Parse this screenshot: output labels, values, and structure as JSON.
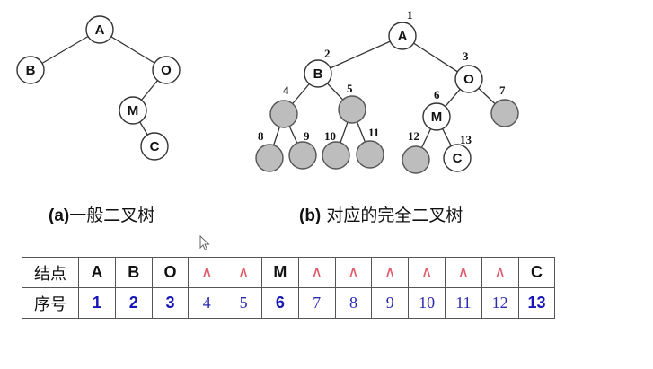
{
  "captions": {
    "a": {
      "tag": "(a)",
      "text": "一般二叉树"
    },
    "b": {
      "tag": "(b)",
      "text": "对应的完全二叉树"
    }
  },
  "tree_a": {
    "nodes": {
      "a": "A",
      "b": "B",
      "o": "O",
      "m": "M",
      "c": "C"
    }
  },
  "tree_b": {
    "nodes": {
      "a": "A",
      "b": "B",
      "o": "O",
      "m": "M",
      "c": "C"
    },
    "numbers": [
      "1",
      "2",
      "3",
      "4",
      "5",
      "6",
      "7",
      "8",
      "9",
      "10",
      "11",
      "12",
      "13"
    ]
  },
  "table": {
    "row_labels": [
      "结点",
      "序号"
    ],
    "nodes": [
      "A",
      "B",
      "O",
      "∧",
      "∧",
      "M",
      "∧",
      "∧",
      "∧",
      "∧",
      "∧",
      "∧",
      "C"
    ],
    "numbers": [
      "1",
      "2",
      "3",
      "4",
      "5",
      "6",
      "7",
      "8",
      "9",
      "10",
      "11",
      "12",
      "13"
    ],
    "real": [
      true,
      true,
      true,
      false,
      false,
      true,
      false,
      false,
      false,
      false,
      false,
      false,
      true
    ]
  },
  "colors": {
    "empty_marker": "#e05a6a",
    "number_blue": "#1515b8",
    "ghost_node": "#bdbdbd"
  },
  "icons": {
    "cursor": "mouse-pointer-icon"
  }
}
